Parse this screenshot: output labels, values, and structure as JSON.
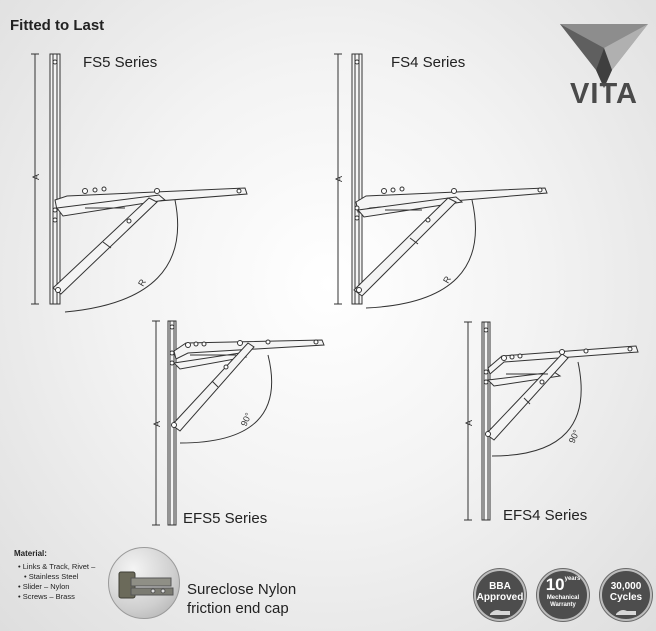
{
  "heading": "Fitted to Last",
  "brand": {
    "name": "VITA"
  },
  "diagrams": {
    "fs5": {
      "title": "FS5 Series",
      "dim_a": "A",
      "dim_r": "R"
    },
    "fs4": {
      "title": "FS4 Series",
      "dim_a": "A",
      "dim_r": "R"
    },
    "efs5": {
      "title": "EFS5 Series",
      "dim_a": "A",
      "angle": "90°"
    },
    "efs4": {
      "title": "EFS4 Series",
      "dim_a": "A",
      "angle": "90°"
    }
  },
  "material": {
    "title": "Material:",
    "items": [
      "Links & Track, Rivet –",
      "Stainless Steel",
      "Slider – Nylon",
      "Screws – Brass"
    ]
  },
  "end_cap": {
    "line1": "Sureclose Nylon",
    "line2": "friction end cap"
  },
  "badges": {
    "bba": {
      "line1": "BBA",
      "line2": "Approved"
    },
    "warranty": {
      "number": "10",
      "unit": "years",
      "line1": "Mechanical",
      "line2": "Warranty"
    },
    "cycles": {
      "number": "30,000",
      "line1": "Cycles"
    }
  }
}
